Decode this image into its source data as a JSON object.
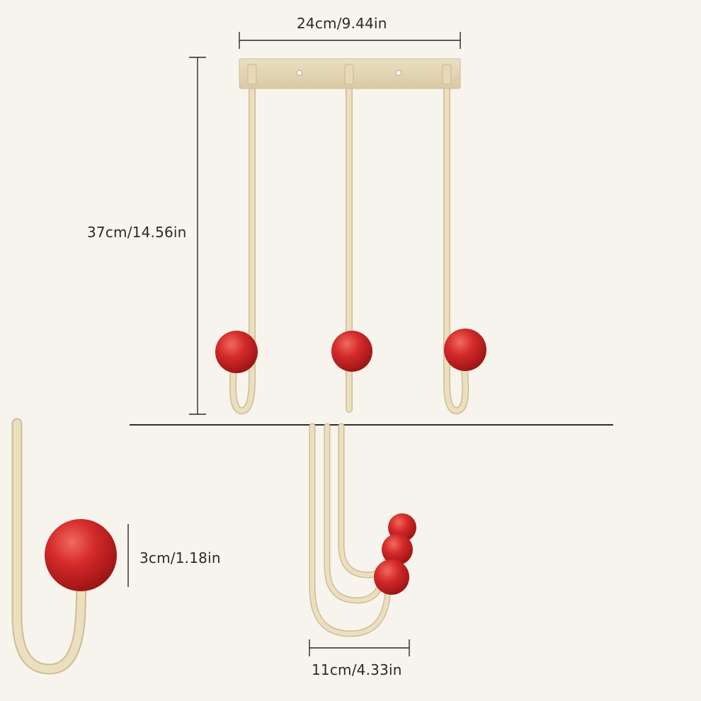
{
  "dimensions": {
    "width": "24cm/9.44in",
    "height": "37cm/14.56in",
    "ball_diameter": "3cm/1.18in",
    "depth": "11cm/4.33in"
  },
  "colors": {
    "background": "#f7f4ee",
    "metal": "#e7d9b7",
    "metal_shade": "#cdbd98",
    "ball": "#d42a2a",
    "ball_dark": "#a81818",
    "line": "#2a2a2a",
    "divider": "#3a2a2a"
  }
}
